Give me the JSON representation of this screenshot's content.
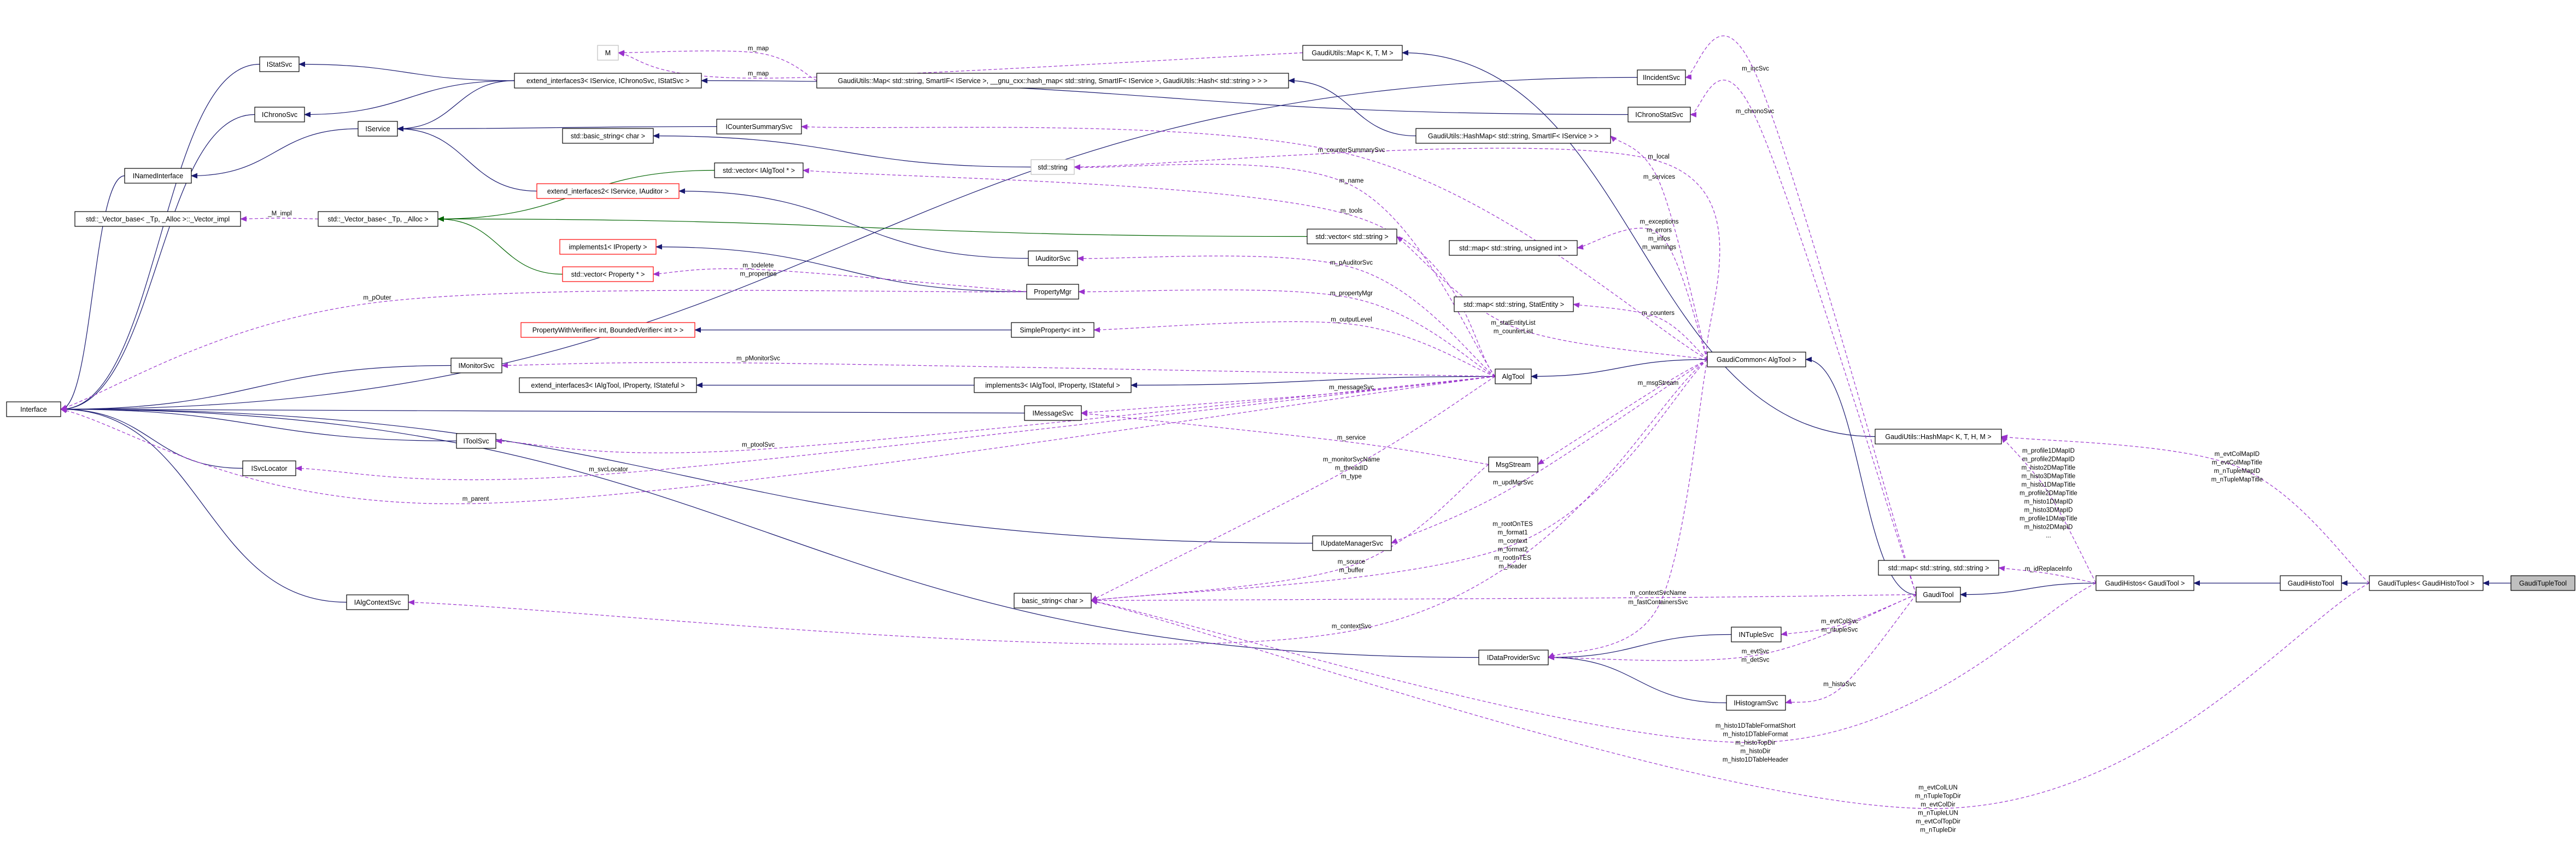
{
  "colors": {
    "inheritance": "#191970",
    "template": "#006400",
    "usage": "#9a32cd",
    "undocumented_border": "#ff0000",
    "external_border": "#bfbfbf",
    "focus_fill": "#bfbfbf"
  },
  "nodes": [
    {
      "label": "Interface",
      "style": "normal"
    },
    {
      "label": "IStatSvc",
      "style": "normal"
    },
    {
      "label": "IChronoSvc",
      "style": "normal"
    },
    {
      "label": "IService",
      "style": "normal"
    },
    {
      "label": "INamedInterface",
      "style": "normal"
    },
    {
      "label": "std::_Vector_base< _Tp, _Alloc >::_Vector_impl",
      "style": "normal"
    },
    {
      "label": "std::_Vector_base< _Tp, _Alloc >",
      "style": "normal"
    },
    {
      "label": "extend_interfaces3< IService, IChronoSvc, IStatSvc >",
      "style": "normal"
    },
    {
      "label": "M",
      "style": "grey"
    },
    {
      "label": "GaudiUtils::Map< std::string, SmartIF< IService >, __gnu_cxx::hash_map< std::string, SmartIF< IService >, GaudiUtils::Hash< std::string > > >",
      "style": "normal"
    },
    {
      "label": "GaudiUtils::Map< K, T, M >",
      "style": "normal"
    },
    {
      "label": "IIncidentSvc",
      "style": "normal"
    },
    {
      "label": "ICounterSummarySvc",
      "style": "normal"
    },
    {
      "label": "std::basic_string< char >",
      "style": "normal"
    },
    {
      "label": "std::string",
      "style": "grey"
    },
    {
      "label": "std::vector< IAlgTool * >",
      "style": "normal"
    },
    {
      "label": "extend_interfaces2< IService, IAuditor >",
      "style": "red"
    },
    {
      "label": "implements1< IProperty >",
      "style": "red"
    },
    {
      "label": "std::vector< Property * >",
      "style": "red"
    },
    {
      "label": "IAuditorSvc",
      "style": "normal"
    },
    {
      "label": "IChronoStatSvc",
      "style": "normal"
    },
    {
      "label": "GaudiUtils::HashMap< std::string, SmartIF< IService > >",
      "style": "normal"
    },
    {
      "label": "std::vector< std::string >",
      "style": "normal"
    },
    {
      "label": "std::map< std::string, unsigned int >",
      "style": "normal"
    },
    {
      "label": "PropertyMgr",
      "style": "normal"
    },
    {
      "label": "SimpleProperty< int >",
      "style": "normal"
    },
    {
      "label": "PropertyWithVerifier< int, BoundedVerifier< int > >",
      "style": "red"
    },
    {
      "label": "IMonitorSvc",
      "style": "normal"
    },
    {
      "label": "extend_interfaces3< IAlgTool, IProperty, IStateful >",
      "style": "normal"
    },
    {
      "label": "implements3< IAlgTool, IProperty, IStateful >",
      "style": "normal"
    },
    {
      "label": "AlgTool",
      "style": "normal"
    },
    {
      "label": "IMessageSvc",
      "style": "normal"
    },
    {
      "label": "std::map< std::string, StatEntity >",
      "style": "normal"
    },
    {
      "label": "GaudiCommon< AlgTool >",
      "style": "normal"
    },
    {
      "label": "IToolSvc",
      "style": "normal"
    },
    {
      "label": "ISvcLocator",
      "style": "normal"
    },
    {
      "label": "MsgStream",
      "style": "normal"
    },
    {
      "label": "IUpdateManagerSvc",
      "style": "normal"
    },
    {
      "label": "GaudiUtils::HashMap< K, T, H, M >",
      "style": "normal"
    },
    {
      "label": "std::map< std::string, std::string >",
      "style": "normal"
    },
    {
      "label": "basic_string< char >",
      "style": "normal"
    },
    {
      "label": "IAlgContextSvc",
      "style": "normal"
    },
    {
      "label": "GaudiTool",
      "style": "normal"
    },
    {
      "label": "GaudiHistos< GaudiTool >",
      "style": "normal"
    },
    {
      "label": "GaudiHistoTool",
      "style": "normal"
    },
    {
      "label": "GaudiTuples< GaudiHistoTool >",
      "style": "normal"
    },
    {
      "label": "GaudiTupleTool",
      "style": "highlight"
    },
    {
      "label": "INTupleSvc",
      "style": "normal"
    },
    {
      "label": "IDataProviderSvc",
      "style": "normal"
    },
    {
      "label": "IHistogramSvc",
      "style": "normal"
    }
  ],
  "edges": [
    {
      "from": 1,
      "to": 0,
      "kind": "inheritance",
      "labels": []
    },
    {
      "from": 2,
      "to": 0,
      "kind": "inheritance",
      "labels": []
    },
    {
      "from": 4,
      "to": 0,
      "kind": "inheritance",
      "labels": []
    },
    {
      "from": 3,
      "to": 4,
      "kind": "inheritance",
      "labels": []
    },
    {
      "from": 7,
      "to": 1,
      "kind": "inheritance",
      "labels": []
    },
    {
      "from": 7,
      "to": 2,
      "kind": "inheritance",
      "labels": []
    },
    {
      "from": 7,
      "to": 3,
      "kind": "inheritance",
      "labels": []
    },
    {
      "from": 12,
      "to": 3,
      "kind": "inheritance",
      "labels": []
    },
    {
      "from": 16,
      "to": 3,
      "kind": "inheritance",
      "labels": []
    },
    {
      "from": 20,
      "to": 7,
      "kind": "inheritance",
      "labels": []
    },
    {
      "from": 21,
      "to": 9,
      "kind": "inheritance",
      "labels": []
    },
    {
      "from": 14,
      "to": 13,
      "kind": "inheritance",
      "labels": []
    },
    {
      "from": 19,
      "to": 16,
      "kind": "inheritance",
      "labels": []
    },
    {
      "from": 38,
      "to": 10,
      "kind": "inheritance",
      "labels": []
    },
    {
      "from": 11,
      "to": 0,
      "kind": "inheritance",
      "labels": []
    },
    {
      "from": 24,
      "to": 17,
      "kind": "inheritance",
      "labels": []
    },
    {
      "from": 15,
      "to": 6,
      "kind": "template",
      "labels": []
    },
    {
      "from": 22,
      "to": 6,
      "kind": "template",
      "labels": []
    },
    {
      "from": 18,
      "to": 6,
      "kind": "template",
      "labels": []
    },
    {
      "from": 6,
      "to": 5,
      "kind": "usage",
      "labels": [
        "_M_impl"
      ]
    },
    {
      "from": 25,
      "to": 26,
      "kind": "inheritance",
      "labels": []
    },
    {
      "from": 29,
      "to": 28,
      "kind": "inheritance",
      "labels": []
    },
    {
      "from": 30,
      "to": 29,
      "kind": "inheritance",
      "labels": []
    },
    {
      "from": 27,
      "to": 0,
      "kind": "inheritance",
      "labels": []
    },
    {
      "from": 34,
      "to": 0,
      "kind": "inheritance",
      "labels": []
    },
    {
      "from": 31,
      "to": 0,
      "kind": "inheritance",
      "labels": []
    },
    {
      "from": 35,
      "to": 0,
      "kind": "inheritance",
      "labels": []
    },
    {
      "from": 37,
      "to": 0,
      "kind": "inheritance",
      "labels": []
    },
    {
      "from": 41,
      "to": 0,
      "kind": "inheritance",
      "labels": []
    },
    {
      "from": 48,
      "to": 0,
      "kind": "inheritance",
      "labels": []
    },
    {
      "from": 33,
      "to": 30,
      "kind": "inheritance",
      "labels": []
    },
    {
      "from": 42,
      "to": 33,
      "kind": "inheritance",
      "labels": []
    },
    {
      "from": 43,
      "to": 42,
      "kind": "inheritance",
      "labels": []
    },
    {
      "from": 44,
      "to": 43,
      "kind": "inheritance",
      "labels": []
    },
    {
      "from": 45,
      "to": 44,
      "kind": "inheritance",
      "labels": []
    },
    {
      "from": 46,
      "to": 45,
      "kind": "inheritance",
      "labels": []
    },
    {
      "from": 47,
      "to": 48,
      "kind": "inheritance",
      "labels": []
    },
    {
      "from": 49,
      "to": 48,
      "kind": "inheritance",
      "labels": []
    },
    {
      "from": 9,
      "to": 8,
      "kind": "usage",
      "labels": [
        "m_map"
      ]
    },
    {
      "from": 10,
      "to": 8,
      "kind": "usage",
      "labels": [
        "m_map"
      ]
    },
    {
      "from": 24,
      "to": 18,
      "kind": "usage",
      "labels": [
        "m_todelete",
        "m_properties"
      ]
    },
    {
      "from": 24,
      "to": 0,
      "kind": "usage",
      "labels": [
        "m_pOuter"
      ]
    },
    {
      "from": 33,
      "to": 12,
      "kind": "usage",
      "labels": [
        "m_counterSummarySvc"
      ]
    },
    {
      "from": 33,
      "to": 21,
      "kind": "usage",
      "labels": [
        "m_services"
      ]
    },
    {
      "from": 33,
      "to": 14,
      "kind": "usage",
      "labels": [
        "m_local"
      ]
    },
    {
      "from": 33,
      "to": 23,
      "kind": "usage",
      "labels": [
        "m_exceptions",
        "m_errors",
        "m_infos",
        "m_warnings"
      ]
    },
    {
      "from": 33,
      "to": 32,
      "kind": "usage",
      "labels": [
        "m_counters"
      ]
    },
    {
      "from": 33,
      "to": 22,
      "kind": "usage",
      "labels": [
        "m_statEntityList",
        "m_counterList"
      ]
    },
    {
      "from": 33,
      "to": 36,
      "kind": "usage",
      "labels": [
        "m_msgStream"
      ]
    },
    {
      "from": 30,
      "to": 14,
      "kind": "usage",
      "labels": [
        "m_name"
      ]
    },
    {
      "from": 30,
      "to": 15,
      "kind": "usage",
      "labels": [
        "m_tools"
      ]
    },
    {
      "from": 30,
      "to": 19,
      "kind": "usage",
      "labels": [
        "m_pAuditorSvc"
      ]
    },
    {
      "from": 30,
      "to": 24,
      "kind": "usage",
      "labels": [
        "m_propertyMgr"
      ]
    },
    {
      "from": 30,
      "to": 25,
      "kind": "usage",
      "labels": [
        "m_outputLevel"
      ]
    },
    {
      "from": 30,
      "to": 27,
      "kind": "usage",
      "labels": [
        "m_pMonitorSvc"
      ]
    },
    {
      "from": 30,
      "to": 31,
      "kind": "usage",
      "labels": [
        "m_messageSvc"
      ]
    },
    {
      "from": 30,
      "to": 34,
      "kind": "usage",
      "labels": [
        "m_ptoolSvc"
      ]
    },
    {
      "from": 30,
      "to": 35,
      "kind": "usage",
      "labels": [
        "m_svcLocator"
      ]
    },
    {
      "from": 30,
      "to": 0,
      "kind": "usage",
      "labels": [
        "m_parent"
      ]
    },
    {
      "from": 36,
      "to": 31,
      "kind": "usage",
      "labels": [
        "m_service"
      ]
    },
    {
      "from": 30,
      "to": 40,
      "kind": "usage",
      "labels": [
        "m_monitorSvcName",
        "m_threadID",
        "m_type"
      ]
    },
    {
      "from": 33,
      "to": 37,
      "kind": "usage",
      "labels": [
        "m_updMgrSvc"
      ]
    },
    {
      "from": 33,
      "to": 40,
      "kind": "usage",
      "labels": [
        "m_rootOnTES",
        "m_format1",
        "m_context",
        "m_format2",
        "m_rootInTES",
        "m_header"
      ]
    },
    {
      "from": 36,
      "to": 40,
      "kind": "usage",
      "labels": [
        "m_source",
        "m_buffer"
      ]
    },
    {
      "from": 42,
      "to": 40,
      "kind": "usage",
      "labels": [
        "m_contextSvcName"
      ]
    },
    {
      "from": 33,
      "to": 48,
      "kind": "usage",
      "labels": [
        "m_fastContainersSvc"
      ]
    },
    {
      "from": 33,
      "to": 41,
      "kind": "usage",
      "labels": [
        "m_contextSvc"
      ]
    },
    {
      "from": 42,
      "to": 20,
      "kind": "usage",
      "labels": [
        "m_chronoSvc"
      ]
    },
    {
      "from": 42,
      "to": 11,
      "kind": "usage",
      "labels": [
        "m_incSvc"
      ]
    },
    {
      "from": 42,
      "to": 47,
      "kind": "usage",
      "labels": [
        "m_evtColSvc",
        "m_ntupleSvc"
      ]
    },
    {
      "from": 42,
      "to": 48,
      "kind": "usage",
      "labels": [
        "m_evtSvc",
        "m_detSvc"
      ]
    },
    {
      "from": 42,
      "to": 49,
      "kind": "usage",
      "labels": [
        "m_histoSvc"
      ]
    },
    {
      "from": 43,
      "to": 38,
      "kind": "usage",
      "labels": [
        "m_profile1DMapID",
        "m_profile2DMapID",
        "m_histo2DMapTitle",
        "m_histo3DMapTitle",
        "m_histo1DMapTitle",
        "m_profile2DMapTitle",
        "m_histo1DMapID",
        "m_histo3DMapID",
        "m_profile1DMapTitle",
        "m_histo2DMapID",
        "..."
      ]
    },
    {
      "from": 43,
      "to": 39,
      "kind": "usage",
      "labels": [
        "m_idReplaceInfo"
      ]
    },
    {
      "from": 43,
      "to": 40,
      "kind": "usage",
      "labels": [
        "m_histo1DTableFormatShort",
        "m_histo1DTableFormat",
        "m_histoTopDir",
        "m_histoDir",
        "m_histo1DTableHeader"
      ]
    },
    {
      "from": 45,
      "to": 38,
      "kind": "usage",
      "labels": [
        "m_evtColMapID",
        "m_evtColMapTitle",
        "m_nTupleMapID",
        "m_nTupleMapTitle"
      ]
    },
    {
      "from": 45,
      "to": 40,
      "kind": "usage",
      "labels": [
        "m_evtColLUN",
        "m_nTupleTopDir",
        "m_evtColDir",
        "m_nTupleLUN",
        "m_evtColTopDir",
        "m_nTupleDir"
      ]
    }
  ]
}
